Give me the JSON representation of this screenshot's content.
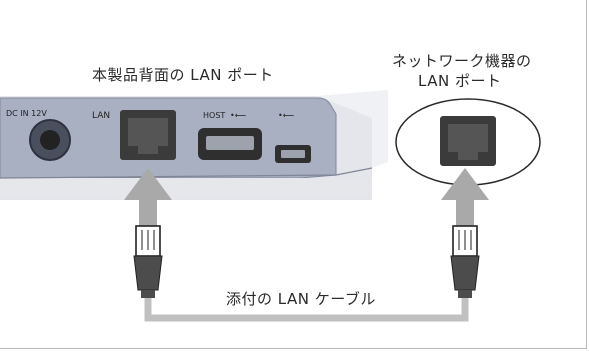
{
  "labels": {
    "device_rear_ports": "本製品背面の LAN ポート",
    "network_device_line1": "ネットワーク機器の",
    "network_device_line2": "LAN ポート",
    "cable": "添付の LAN ケーブル"
  },
  "device": {
    "dc_label": "DC IN 12V",
    "lan_label": "LAN",
    "host_label": "HOST",
    "usb_symbol": "•⟵"
  },
  "colors": {
    "body": "#d9dbe2",
    "panel": "#a7adbe",
    "port": "#3d3d3d",
    "arrow": "#a9a9a9",
    "cable": "#c0c0c0"
  }
}
